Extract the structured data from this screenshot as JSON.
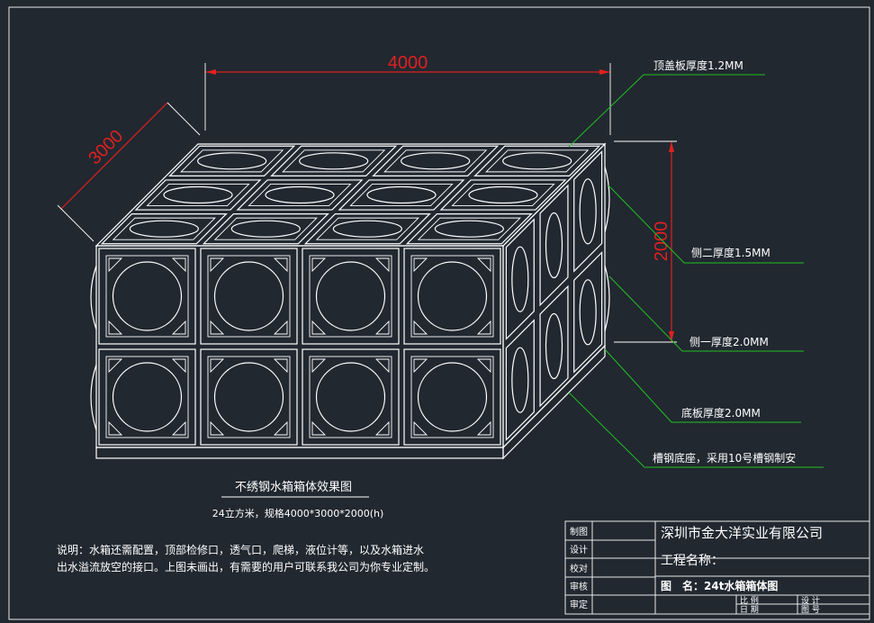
{
  "dimensions": {
    "length": "4000",
    "width": "3000",
    "height": "2000"
  },
  "callouts": [
    {
      "id": "top",
      "label": "顶盖板厚度1.2MM"
    },
    {
      "id": "side2",
      "label": "侧二厚度1.5MM"
    },
    {
      "id": "side1",
      "label": "侧一厚度2.0MM"
    },
    {
      "id": "bottom",
      "label": "底板厚度2.0MM"
    },
    {
      "id": "base",
      "label": "槽钢底座，采用10号槽钢制安"
    }
  ],
  "caption": {
    "title": "不绣钢水箱箱体效果图",
    "spec": "24立方米，规格4000*3000*2000(h)"
  },
  "notes": {
    "line1": "说明：水箱还需配置，顶部检修口，透气口，爬梯，液位计等，以及水箱进水",
    "line2": "出水溢流放空的接口。上图未画出，有需要的用户可联系我公司为你专业定制。"
  },
  "title_block": {
    "rows": [
      "制图",
      "设计",
      "校对",
      "审核",
      "审定"
    ],
    "company": "深圳市金大洋实业有限公司",
    "project_label": "工程名称：",
    "drawing_label": "图　名：24t水箱箱体图",
    "scale_label": "比 例",
    "date_label": "日 期",
    "design_label": "设 计",
    "drawing_no_label": "图 号"
  }
}
